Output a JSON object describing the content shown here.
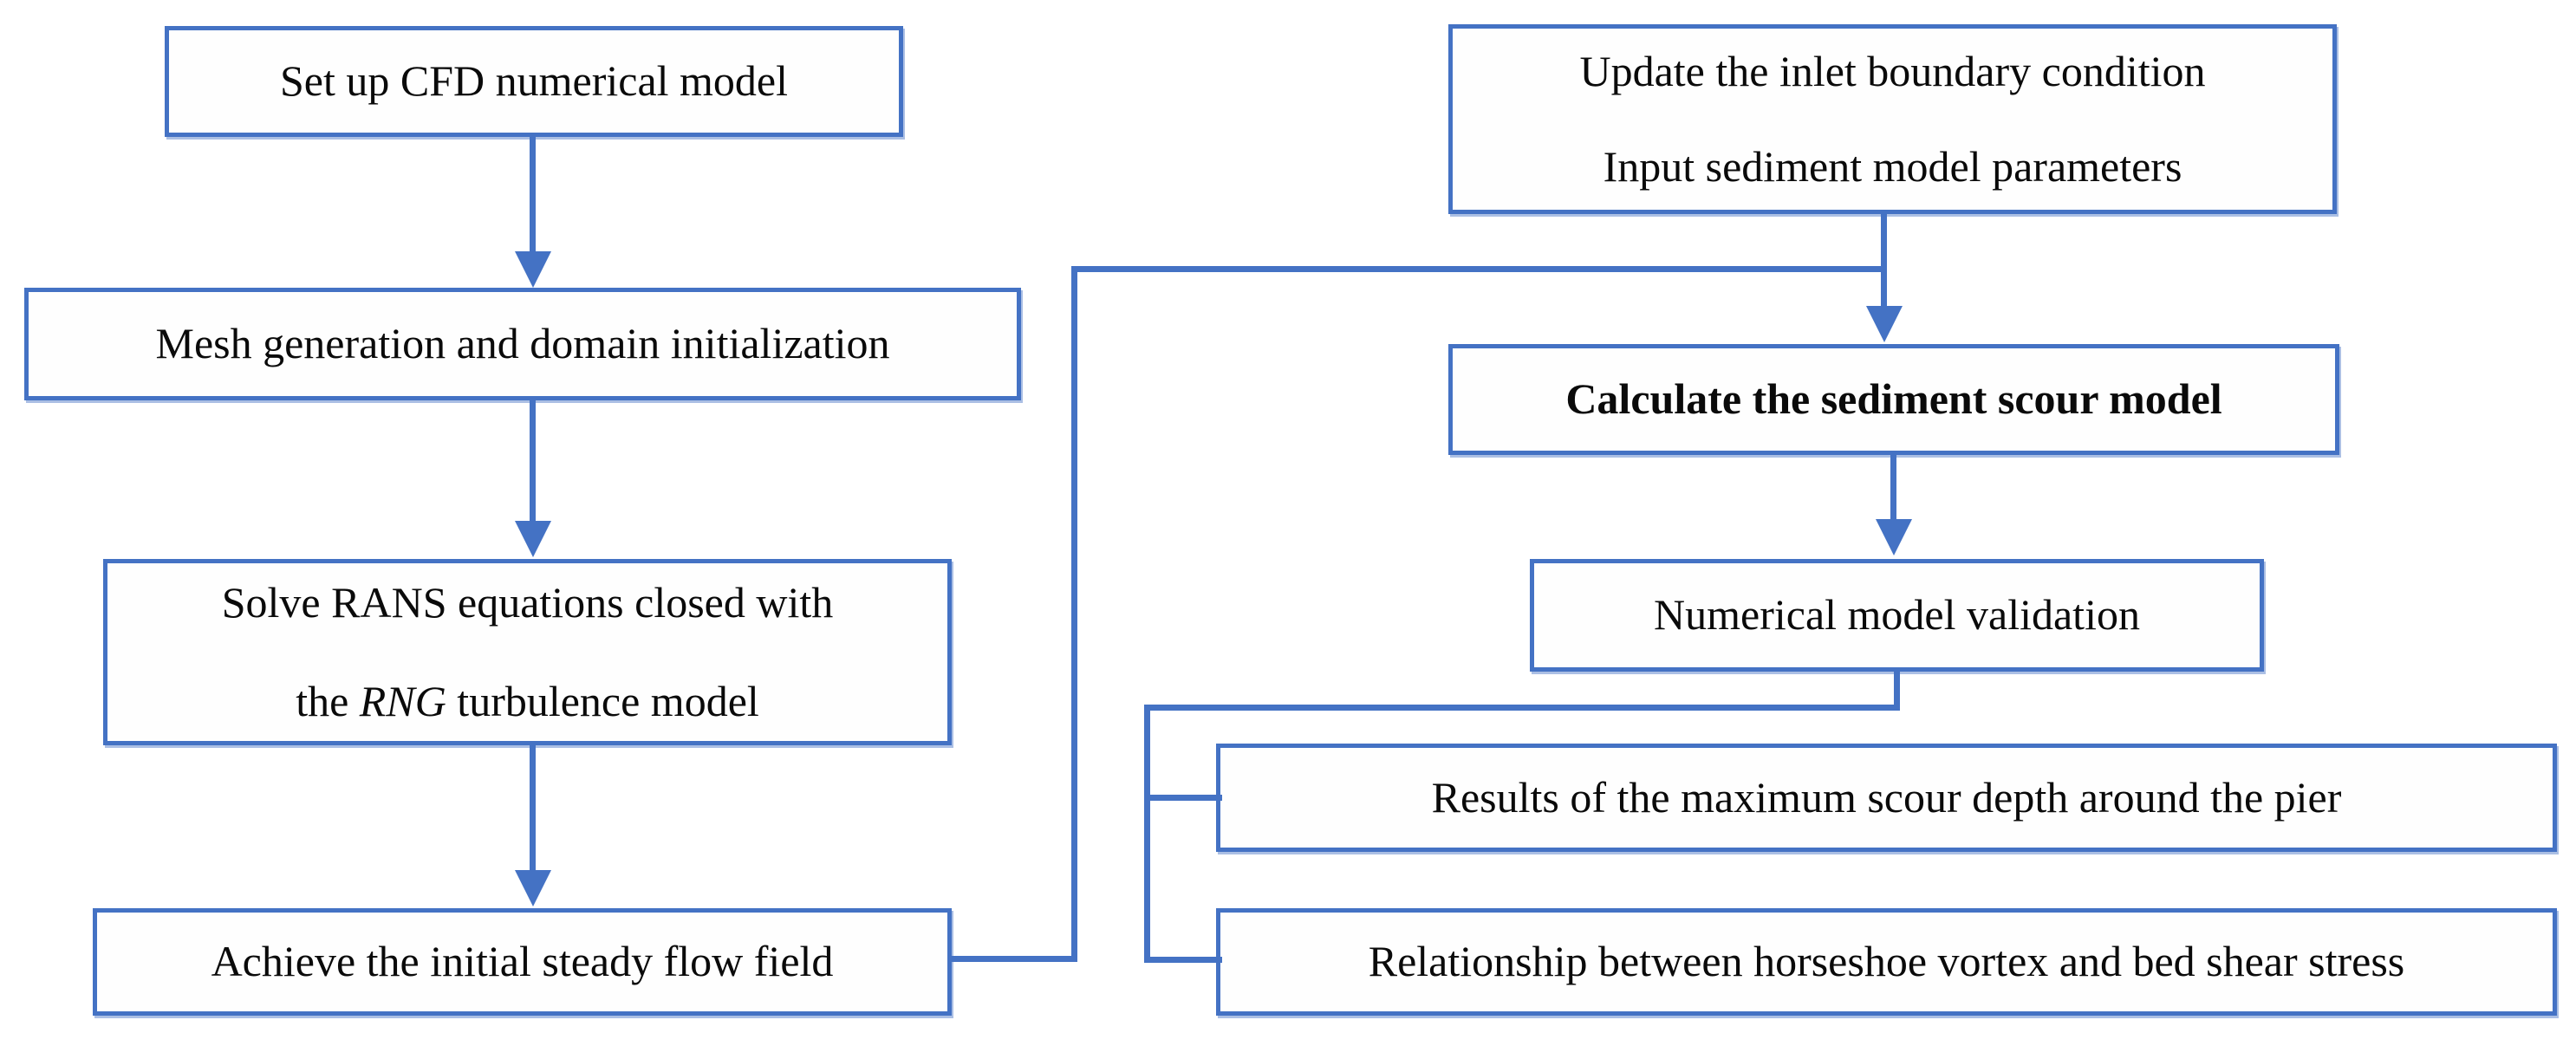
{
  "colors": {
    "accent": "#4472C4",
    "text": "#0a0a0a",
    "background": "#ffffff"
  },
  "nodes": {
    "setup": {
      "text": "Set up CFD numerical model"
    },
    "mesh": {
      "text": "Mesh generation and domain initialization"
    },
    "rans": {
      "line1": "Solve RANS equations closed with",
      "line2_pre": "the ",
      "line2_italic": "RNG",
      "line2_post": " turbulence model"
    },
    "achieve": {
      "text": "Achieve the initial steady flow field"
    },
    "update": {
      "line1": "Update the inlet boundary condition",
      "line2": "Input sediment model parameters"
    },
    "calculate": {
      "text": "Calculate the sediment scour model"
    },
    "validation": {
      "text": "Numerical model validation"
    },
    "results": {
      "text": "Results of the maximum scour depth around the pier"
    },
    "relationship": {
      "text": "Relationship between horseshoe vortex and bed shear stress"
    }
  }
}
